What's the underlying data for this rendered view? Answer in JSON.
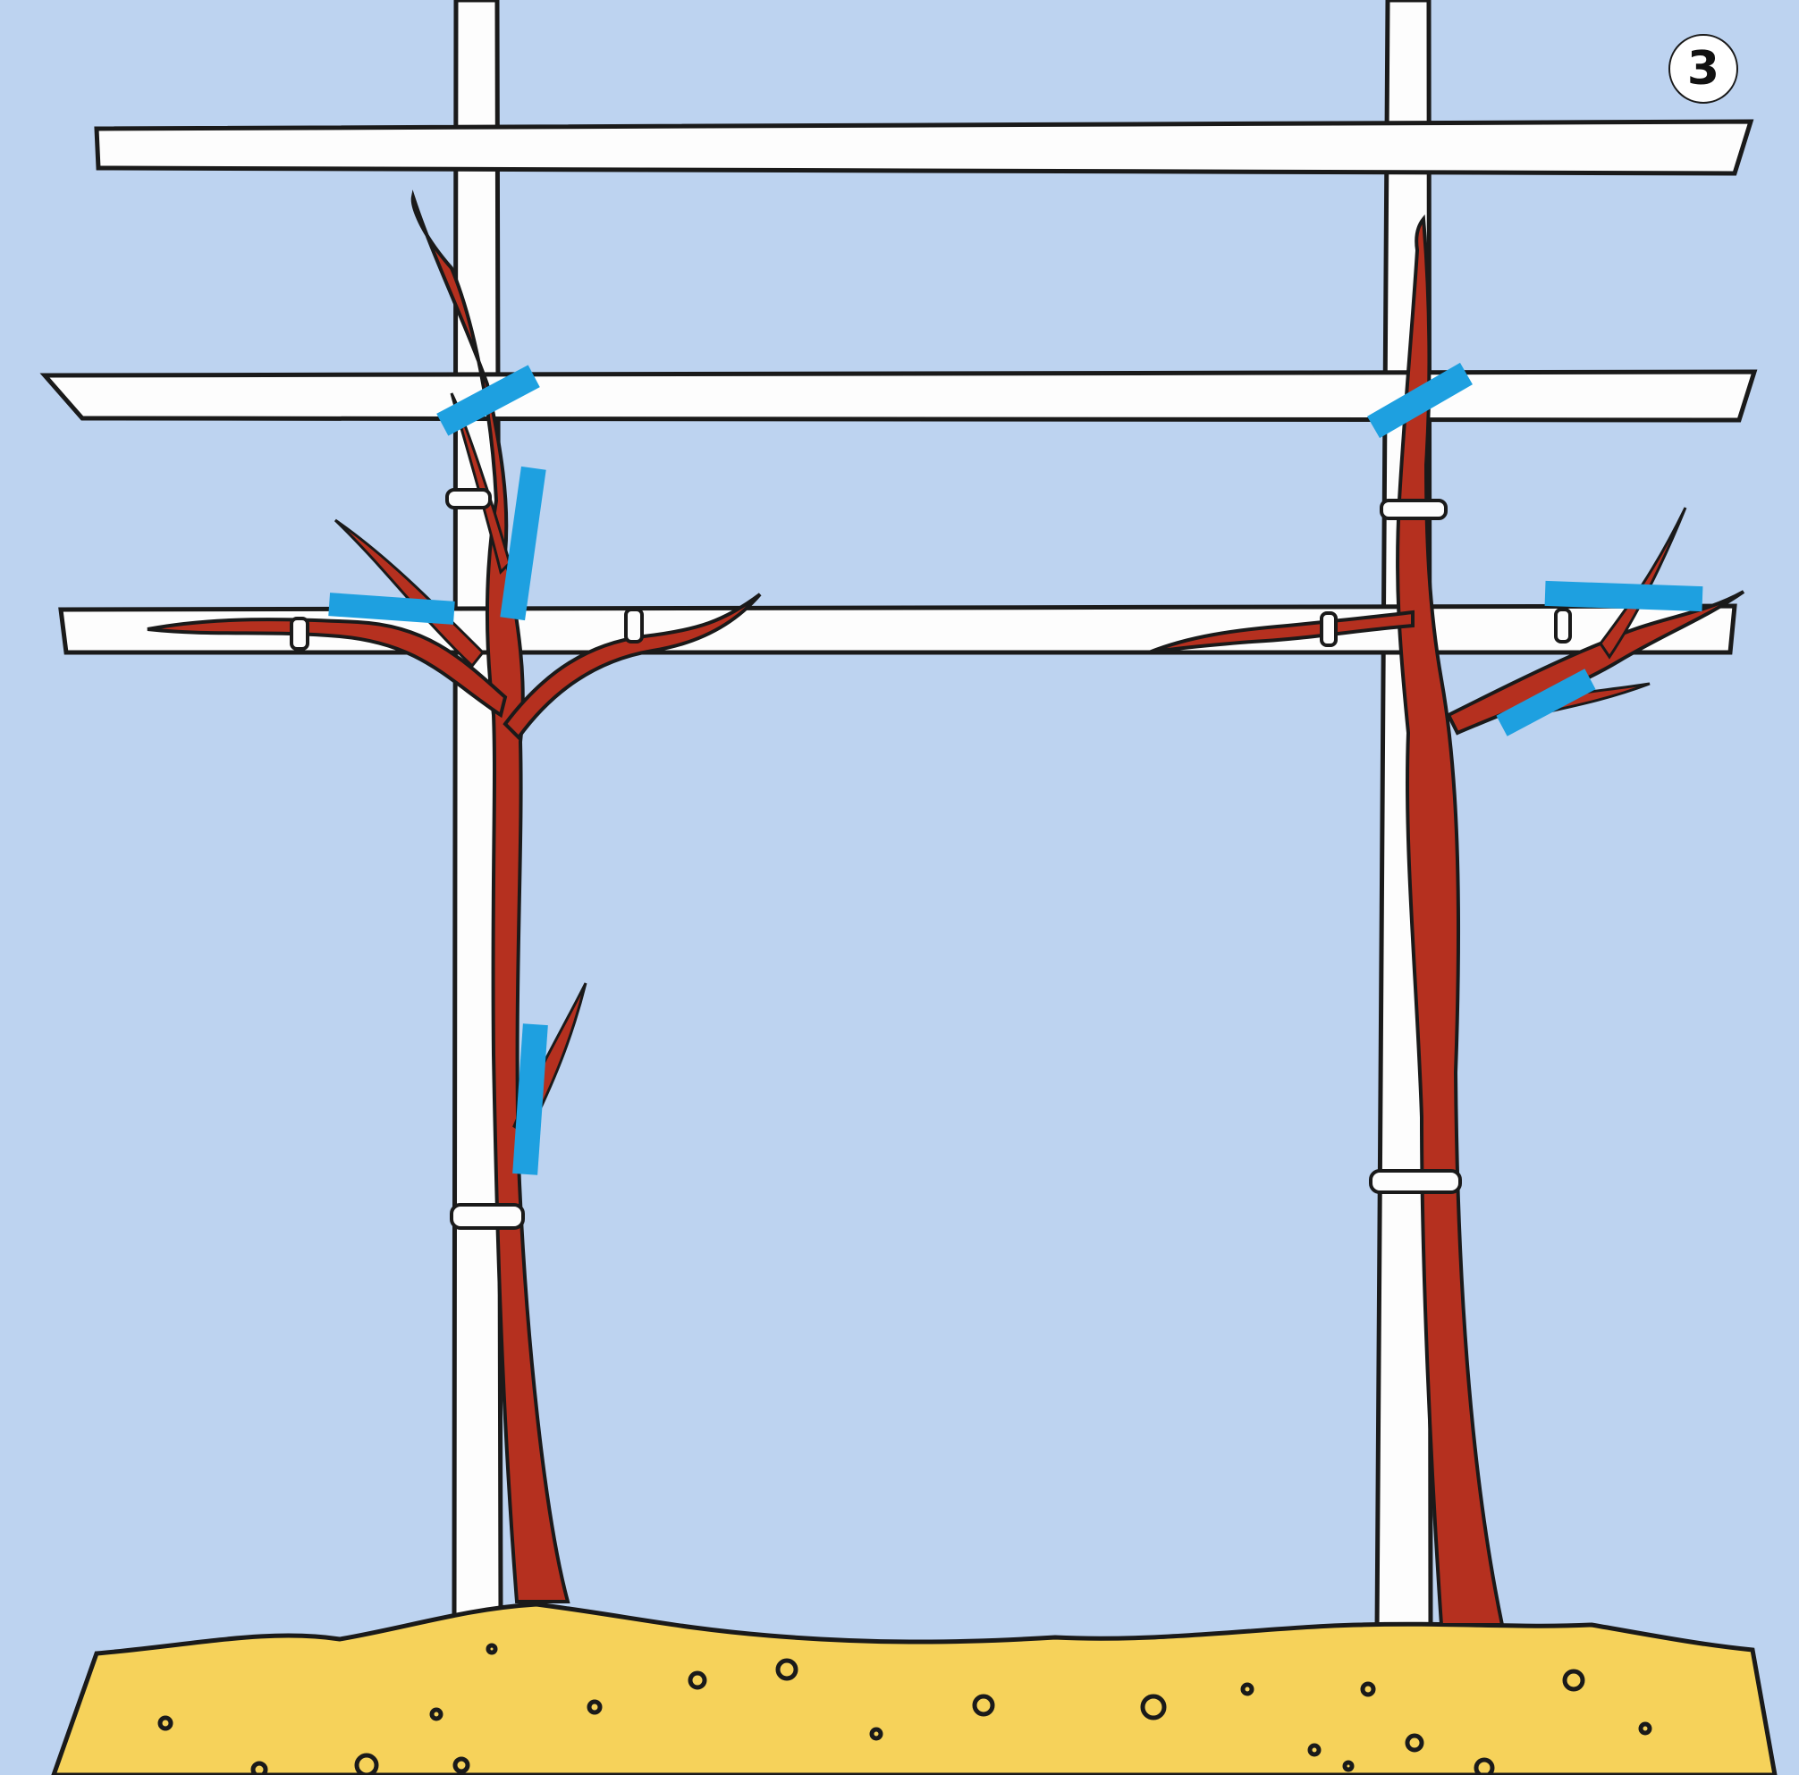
{
  "step_number": "3",
  "colors": {
    "sky": "#bdd3f0",
    "soil": "#f6d25a",
    "soil_edge": "#e0b33a",
    "trellis": "#fdfdfd",
    "outline": "#1a1a1a",
    "stem": "#b5301f",
    "stem_dark": "#7e1a12",
    "pruning_mark": "#1ea0e0"
  },
  "plants": [
    {
      "name": "left-vine",
      "pruning_cuts": 4,
      "ties": 4
    },
    {
      "name": "right-vine",
      "pruning_cuts": 3,
      "ties": 4
    }
  ]
}
